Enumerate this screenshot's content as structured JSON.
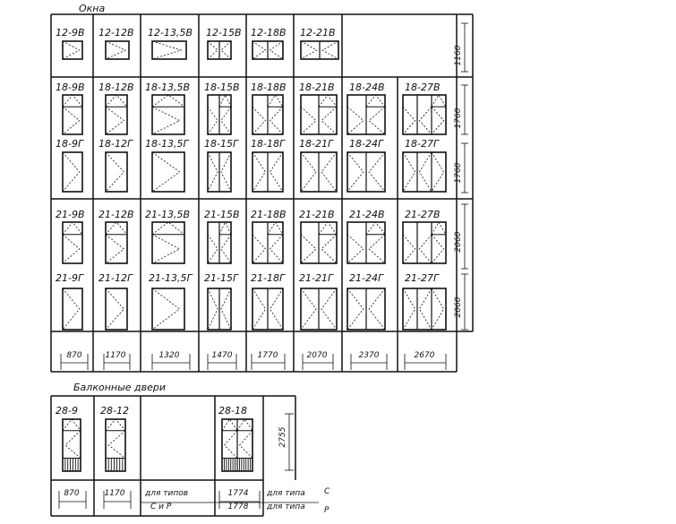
{
  "windows": {
    "title": "Окна",
    "rows": [
      {
        "labels": [
          "12-9В",
          "12-12В",
          "12-13,5В",
          "12-15В",
          "12-18В",
          "12-21В"
        ],
        "height_dim": "1160"
      },
      {
        "labels": [
          "18-9В",
          "18-12В",
          "18-13,5В",
          "18-15В",
          "18-18В",
          "18-21В",
          "18-24В",
          "18-27В"
        ],
        "height_dim": "1760"
      },
      {
        "labels": [
          "18-9Г",
          "18-12Г",
          "18-13,5Г",
          "18-15Г",
          "18-18Г",
          "18-21Г",
          "18-24Г",
          "18-27Г"
        ],
        "height_dim": "1760"
      },
      {
        "labels": [
          "21-9В",
          "21-12В",
          "21-13,5В",
          "21-15В",
          "21-18В",
          "21-21В",
          "21-24В",
          "21-27В"
        ],
        "height_dim": "2060"
      },
      {
        "labels": [
          "21-9Г",
          "21-12Г",
          "21-13,5Г",
          "21-15Г",
          "21-18Г",
          "21-21Г",
          "21-24Г",
          "21-27Г"
        ],
        "height_dim": "2060"
      }
    ],
    "width_dims": [
      "870",
      "1170",
      "1320",
      "1470",
      "1770",
      "2070",
      "2370",
      "2670"
    ]
  },
  "doors": {
    "title": "Балконные двери",
    "labels": [
      "28-9",
      "28-12",
      "28-18"
    ],
    "height_dim": "2755",
    "width_dims": [
      "870",
      "1170"
    ],
    "type_note": "для типов",
    "type_note_sub": "С и Р",
    "wide_dims": [
      "1774",
      "1778"
    ],
    "type_c": "для типа",
    "type_p": "для типа",
    "letter_c": "С",
    "letter_p": "Р"
  }
}
